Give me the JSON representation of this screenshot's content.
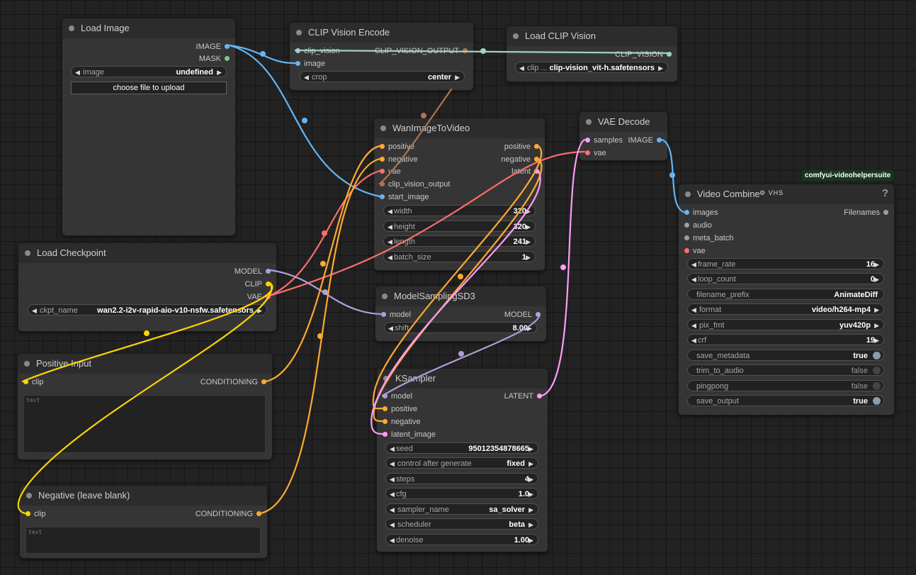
{
  "colors": {
    "image": "#64b5f6",
    "mask": "#81c784",
    "clip_vision": "#a1cfc9",
    "clip_vision_output": "#ad7452",
    "conditioning": "#ffa931",
    "vae": "#ff6e6e",
    "latent": "#ff9cf9",
    "model": "#b39ddb",
    "clip": "#ffd500",
    "generic": "#9e9e9e"
  },
  "nodes": {
    "load_image": {
      "title": "Load Image",
      "outputs": [
        "IMAGE",
        "MASK"
      ],
      "image": {
        "label": "image",
        "value": "undefined"
      },
      "upload_button": "choose file to upload"
    },
    "clip_vision_encode": {
      "title": "CLIP Vision Encode",
      "inputs": [
        "clip_vision",
        "image"
      ],
      "outputs": [
        "CLIP_VISION_OUTPUT"
      ],
      "crop": {
        "label": "crop",
        "value": "center"
      }
    },
    "load_clip_vision": {
      "title": "Load CLIP Vision",
      "outputs": [
        "CLIP_VISION"
      ],
      "clip": {
        "label": "clip ...",
        "value": "clip-vision_vit-h.safetensors"
      }
    },
    "wan_image_to_video": {
      "title": "WanImageToVideo",
      "inputs": [
        "positive",
        "negative",
        "vae",
        "clip_vision_output",
        "start_image"
      ],
      "outputs": [
        "positive",
        "negative",
        "latent"
      ],
      "widgets": [
        {
          "label": "width",
          "value": "320"
        },
        {
          "label": "height",
          "value": "320"
        },
        {
          "label": "length",
          "value": "241"
        },
        {
          "label": "batch_size",
          "value": "1"
        }
      ]
    },
    "vae_decode": {
      "title": "VAE Decode",
      "inputs": [
        "samples",
        "vae"
      ],
      "outputs": [
        "IMAGE"
      ]
    },
    "load_checkpoint": {
      "title": "Load Checkpoint",
      "outputs": [
        "MODEL",
        "CLIP",
        "VAE"
      ],
      "ckpt": {
        "label": "ckpt_name",
        "value": "wan2.2-i2v-rapid-aio-v10-nsfw.safetensors"
      }
    },
    "model_sampling": {
      "title": "ModelSamplingSD3",
      "inputs": [
        "model"
      ],
      "outputs": [
        "MODEL"
      ],
      "shift": {
        "label": "shift",
        "value": "8.00"
      }
    },
    "positive_input": {
      "title": "Positive Input",
      "inputs": [
        "clip"
      ],
      "outputs": [
        "CONDITIONING"
      ],
      "placeholder": "text"
    },
    "negative_input": {
      "title": "Negative (leave blank)",
      "inputs": [
        "clip"
      ],
      "outputs": [
        "CONDITIONING"
      ],
      "placeholder": "text"
    },
    "ksampler": {
      "title": "KSampler",
      "inputs": [
        "model",
        "positive",
        "negative",
        "latent_image"
      ],
      "outputs": [
        "LATENT"
      ],
      "widgets": [
        {
          "label": "seed",
          "value": "95012354878665"
        },
        {
          "label": "control after generate",
          "value": "fixed"
        },
        {
          "label": "steps",
          "value": "4"
        },
        {
          "label": "cfg",
          "value": "1.0"
        },
        {
          "label": "sampler_name",
          "value": "sa_solver"
        },
        {
          "label": "scheduler",
          "value": "beta"
        },
        {
          "label": "denoise",
          "value": "1.00"
        }
      ]
    },
    "video_combine": {
      "title": "Video Combine",
      "icons": "⚙ VHS",
      "badge": "comfyui-videohelpersuite",
      "help": "?",
      "inputs": [
        "images",
        "audio",
        "meta_batch",
        "vae"
      ],
      "outputs": [
        "Filenames"
      ],
      "widgets": [
        {
          "label": "frame_rate",
          "value": "16"
        },
        {
          "label": "loop_count",
          "value": "0"
        },
        {
          "label": "filename_prefix",
          "value": "AnimateDiff"
        },
        {
          "label": "format",
          "value": "video/h264-mp4"
        },
        {
          "label": "pix_fmt",
          "value": "yuv420p"
        },
        {
          "label": "crf",
          "value": "19"
        }
      ],
      "toggles": [
        {
          "label": "save_metadata",
          "value": "true",
          "on": true
        },
        {
          "label": "trim_to_audio",
          "value": "false",
          "on": false
        },
        {
          "label": "pingpong",
          "value": "false",
          "on": false
        },
        {
          "label": "save_output",
          "value": "true",
          "on": true
        }
      ]
    }
  }
}
